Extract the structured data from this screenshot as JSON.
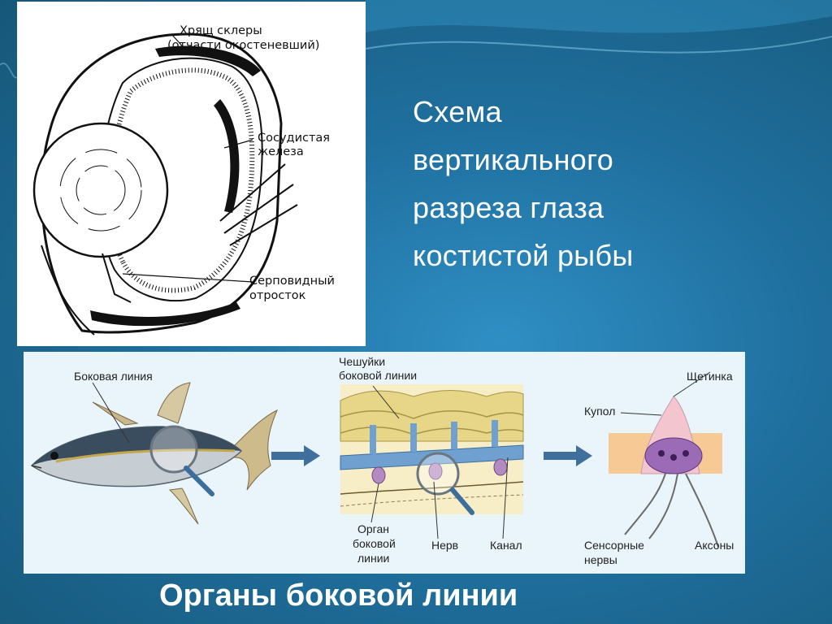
{
  "eye_diagram": {
    "labels": {
      "sclera_line1": "Хрящ склеры",
      "sclera_line2": "(отчасти окостеневший)",
      "vascular_line1": "Сосудистая",
      "vascular_line2": "железа",
      "falciform_line1": "Серповидный",
      "falciform_line2": "отросток"
    }
  },
  "title": {
    "line1": "Схема",
    "line2": "вертикального",
    "line3": "разреза глаза",
    "line4": "костистой рыбы"
  },
  "lateral_line_diagram": {
    "labels": {
      "lateral_line": "Боковая линия",
      "scales_line1": "Чешуйки",
      "scales_line2": "боковой линии",
      "organ_line1": "Орган",
      "organ_line2": "боковой",
      "organ_line3": "линии",
      "nerve": "Нерв",
      "canal": "Канал",
      "cupula": "Купол",
      "bristle": "Щетинка",
      "sensory_line1": "Сенсорные",
      "sensory_line2": "нервы",
      "axons": "Аксоны"
    }
  },
  "caption": "Органы боковой линии",
  "colors": {
    "background": "#1f6f9e",
    "text": "#ffffff",
    "arrow": "#3e6f9d"
  }
}
